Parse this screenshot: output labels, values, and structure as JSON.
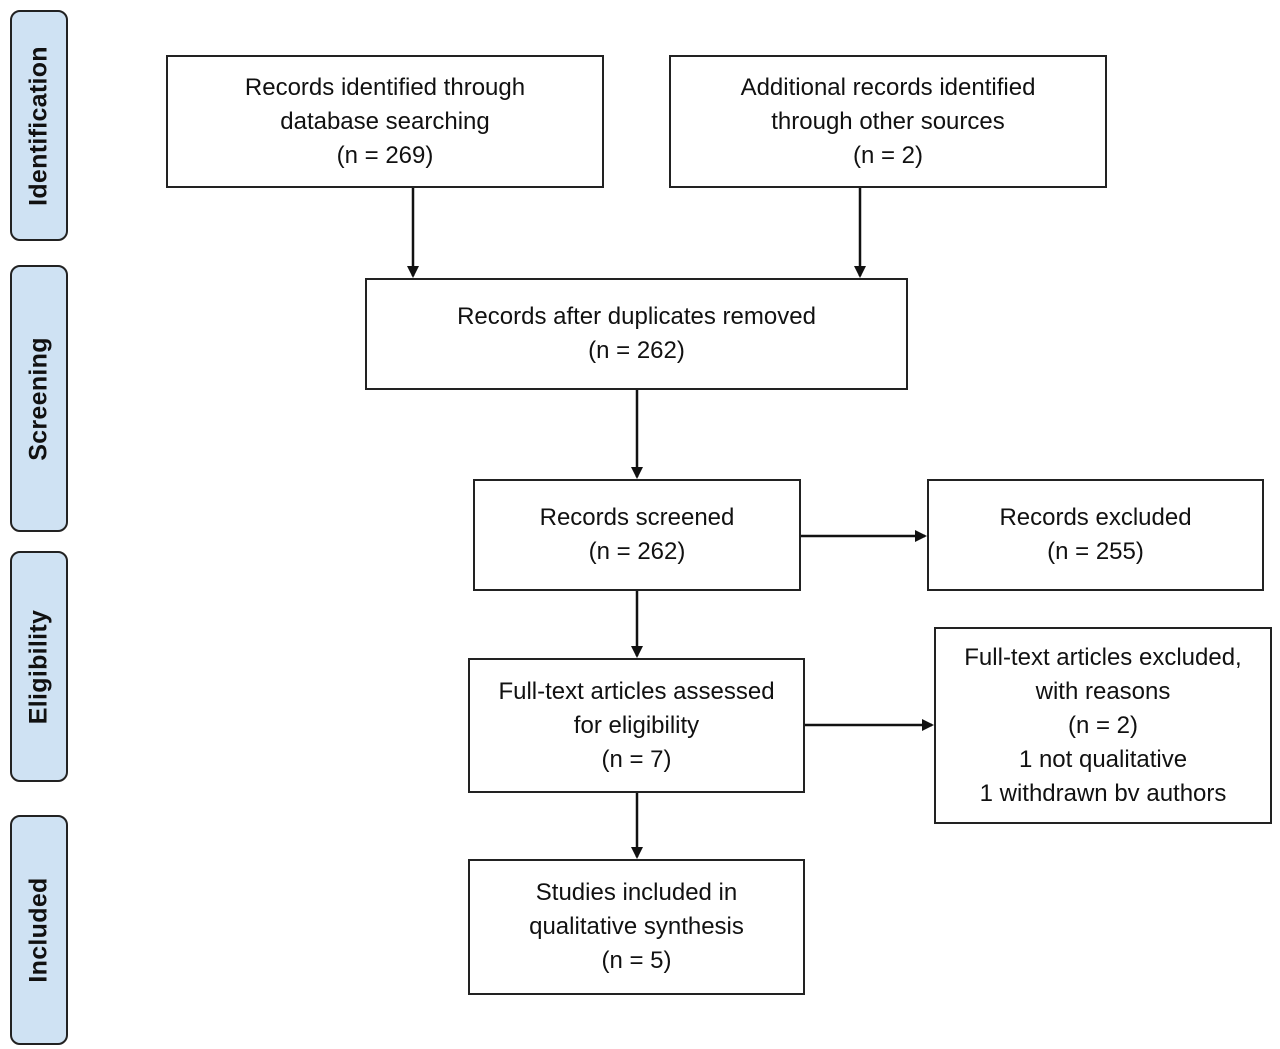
{
  "phases": {
    "identification": "Identification",
    "screening": "Screening",
    "eligibility": "Eligibility",
    "included": "Included"
  },
  "boxes": {
    "db_search": {
      "line1": "Records identified through",
      "line2": "database searching",
      "count": "(n = 269)"
    },
    "other_sources": {
      "line1": "Additional records identified",
      "line2": "through other sources",
      "count": "(n = 2)"
    },
    "dedup": {
      "line1": "Records after duplicates removed",
      "count": "(n = 262)"
    },
    "screened": {
      "line1": "Records screened",
      "count": "(n = 262)"
    },
    "excluded": {
      "line1": "Records excluded",
      "count": "(n = 255)"
    },
    "fulltext": {
      "line1": "Full-text articles assessed",
      "line2": "for eligibility",
      "count": "(n = 7)"
    },
    "fulltext_excluded": {
      "line1": "Full-text articles excluded,",
      "line2": "with reasons",
      "count": "(n = 2)",
      "reason1": "1 not qualitative",
      "reason2": "1 withdrawn bv authors"
    },
    "included": {
      "line1": "Studies included in",
      "line2": "qualitative synthesis",
      "count": "(n = 5)"
    }
  }
}
